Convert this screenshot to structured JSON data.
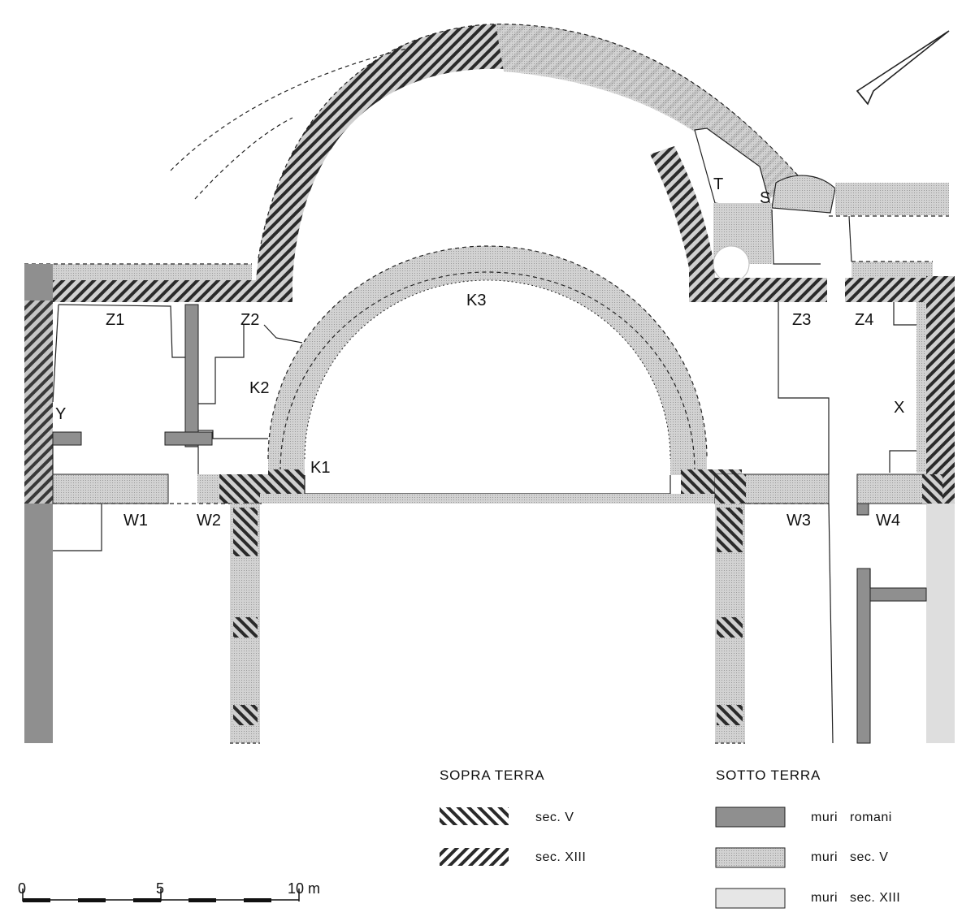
{
  "colors": {
    "muri_romani": "#8a8a8a",
    "muri_sec_v": "#c9c9c9",
    "muri_sec_xiii": "#e4e4e4",
    "hatch": "#222222",
    "line": "#222222"
  },
  "labels": {
    "Z1": "Z1",
    "Z2": "Z2",
    "Z3": "Z3",
    "Z4": "Z4",
    "K1": "K1",
    "K2": "K2",
    "K3": "K3",
    "W1": "W1",
    "W2": "W2",
    "W3": "W3",
    "W4": "W4",
    "X": "X",
    "Y": "Y",
    "T": "T",
    "S": "S"
  },
  "legend": {
    "sopra_terra": {
      "heading": "SOPRA TERRA",
      "items": [
        {
          "label": "sec. V",
          "pattern": "hatch-back"
        },
        {
          "label": "sec. XIII",
          "pattern": "hatch-fwd"
        }
      ]
    },
    "sotto_terra": {
      "heading": "SOTTO TERRA",
      "items": [
        {
          "label": "muri   romani",
          "fill": "muri_romani"
        },
        {
          "label": "muri   sec. V",
          "fill": "muri_sec_v"
        },
        {
          "label": "muri   sec. XIII",
          "fill": "muri_sec_xiii"
        }
      ]
    }
  },
  "scale_bar": {
    "ticks": [
      "0",
      "5",
      "10 m"
    ]
  },
  "north_arrow": {
    "icon": "north-arrow-icon"
  }
}
